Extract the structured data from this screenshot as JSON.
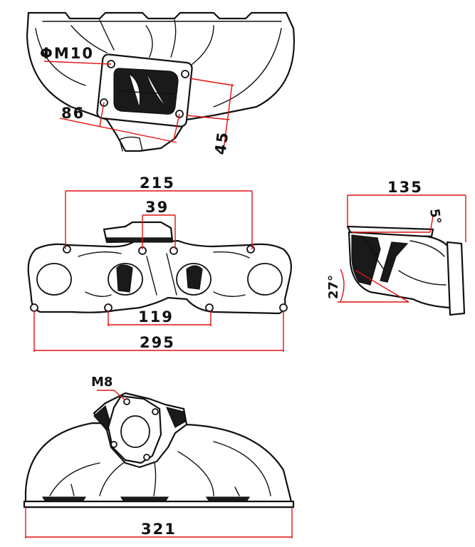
{
  "top_view": {
    "thread_label": "ΦM10",
    "dim_flange_width": "86",
    "dim_flange_height": "45"
  },
  "front_view": {
    "dim_outer_bolts": "215",
    "dim_turbo_bolts": "39",
    "dim_inner_bolts": "119",
    "dim_overall": "295"
  },
  "side_view": {
    "dim_depth": "135",
    "angle_flange": "5°",
    "angle_outlet": "27°"
  },
  "bottom_view": {
    "stud_label": "M8",
    "dim_length": "321"
  },
  "colors": {
    "dimension_lines": "#e01010",
    "part_outline": "#111111"
  }
}
